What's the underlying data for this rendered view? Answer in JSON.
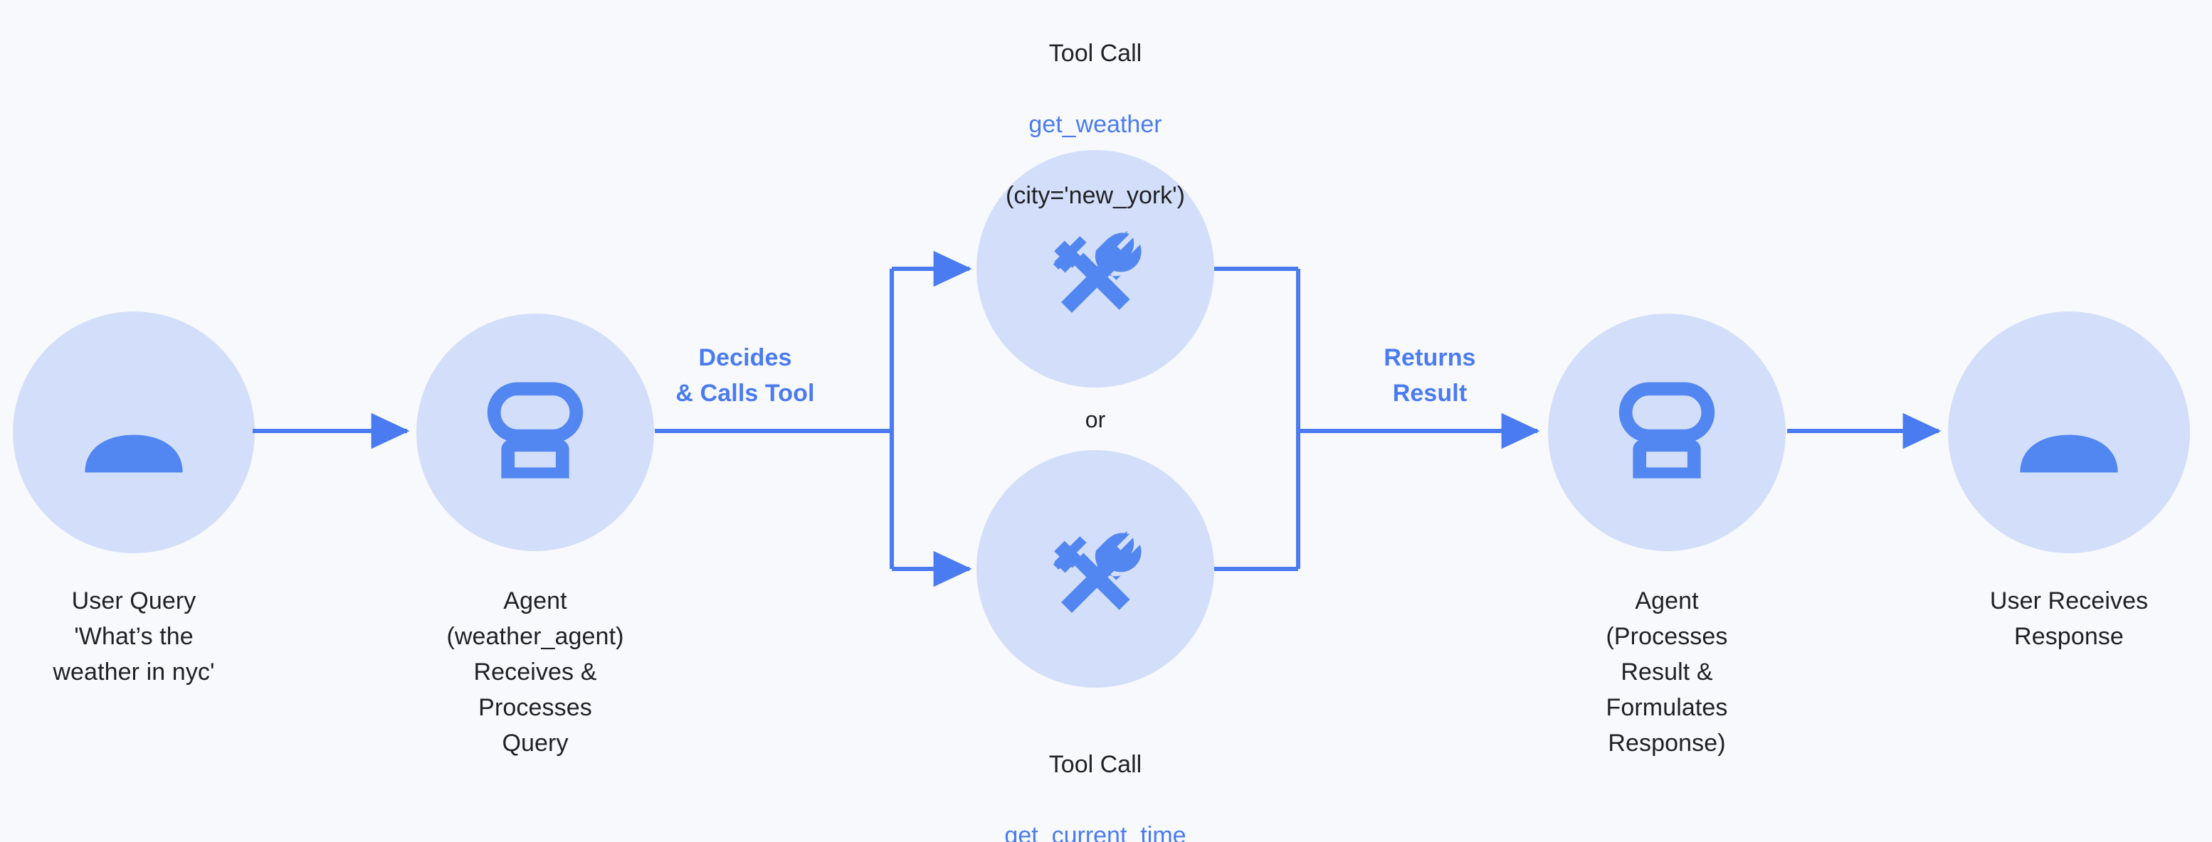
{
  "theme": {
    "background": "#f8f9fc",
    "circle_fill": "#d3dffa",
    "icon_blue": "#5286f0",
    "connector_blue": "#4a7bf0",
    "text_dark": "#202124"
  },
  "nodes": {
    "user_query": {
      "icon": "person-icon",
      "label": "User Query\n'What’s the\nweather in nyc'"
    },
    "agent_receive": {
      "icon": "robot-icon",
      "label": "Agent\n(weather_agent)\nReceives &\nProcesses\nQuery"
    },
    "tool_weather": {
      "icon": "hammer-wrench-icon",
      "caption_prefix": "Tool Call",
      "caption_function": "get_weather",
      "caption_suffix": "(city='new_york')"
    },
    "tool_time": {
      "icon": "hammer-wrench-icon",
      "caption_prefix": "Tool Call",
      "caption_function": "get_current_time",
      "caption_suffix": ""
    },
    "agent_respond": {
      "icon": "robot-icon",
      "label": "Agent\n(Processes\nResult &\nFormulates\nResponse)"
    },
    "user_response": {
      "icon": "person-icon",
      "label": "User Receives\nResponse"
    }
  },
  "edges": {
    "decides": "Decides\n& Calls Tool",
    "returns": "Returns\nResult",
    "branch_or": "or"
  }
}
